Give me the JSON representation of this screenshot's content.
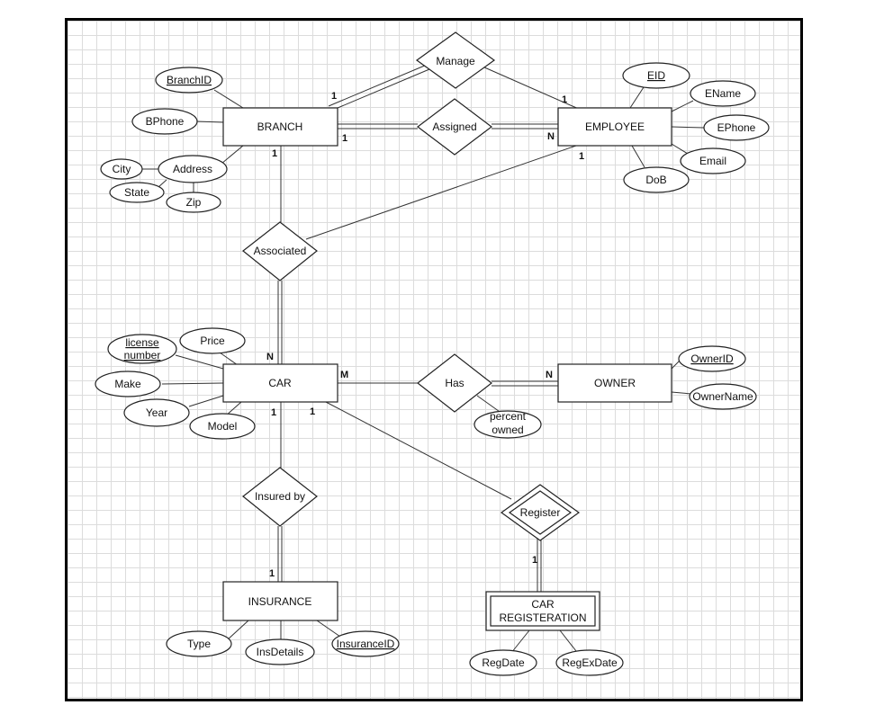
{
  "diagram": {
    "entities": {
      "branch": "BRANCH",
      "employee": "EMPLOYEE",
      "car": "CAR",
      "owner": "OWNER",
      "insurance": "INSURANCE",
      "car_registration": [
        "CAR",
        "REGISTERATION"
      ]
    },
    "relationships": {
      "manage": "Manage",
      "assigned": "Assigned",
      "associated": "Associated",
      "has": "Has",
      "insured_by": "Insured by",
      "register": "Register"
    },
    "attributes": {
      "branch_id": "BranchID",
      "bphone": "BPhone",
      "address": "Address",
      "city": "City",
      "state": "State",
      "zip": "Zip",
      "eid": "EID",
      "ename": "EName",
      "ephone": "EPhone",
      "email": "Email",
      "dob": "DoB",
      "license_number": [
        "license",
        "number"
      ],
      "price": "Price",
      "make": "Make",
      "year": "Year",
      "model": "Model",
      "owner_id": "OwnerID",
      "owner_name": "OwnerName",
      "percent_owned": [
        "percent",
        "owned"
      ],
      "type": "Type",
      "ins_details": "InsDetails",
      "insurance_id": "InsuranceID",
      "reg_date": "RegDate",
      "reg_ex_date": "RegExDate"
    },
    "cardinalities": {
      "manage_branch": "1",
      "manage_employee": "1",
      "assigned_branch": "1",
      "assigned_employee": "N",
      "associated_branch": "1",
      "associated_employee": "1",
      "associated_car": "N",
      "has_car": "M",
      "has_owner": "N",
      "insured_car": "1",
      "insured_insurance": "1",
      "register_car": "1",
      "register_registration": "1"
    }
  }
}
